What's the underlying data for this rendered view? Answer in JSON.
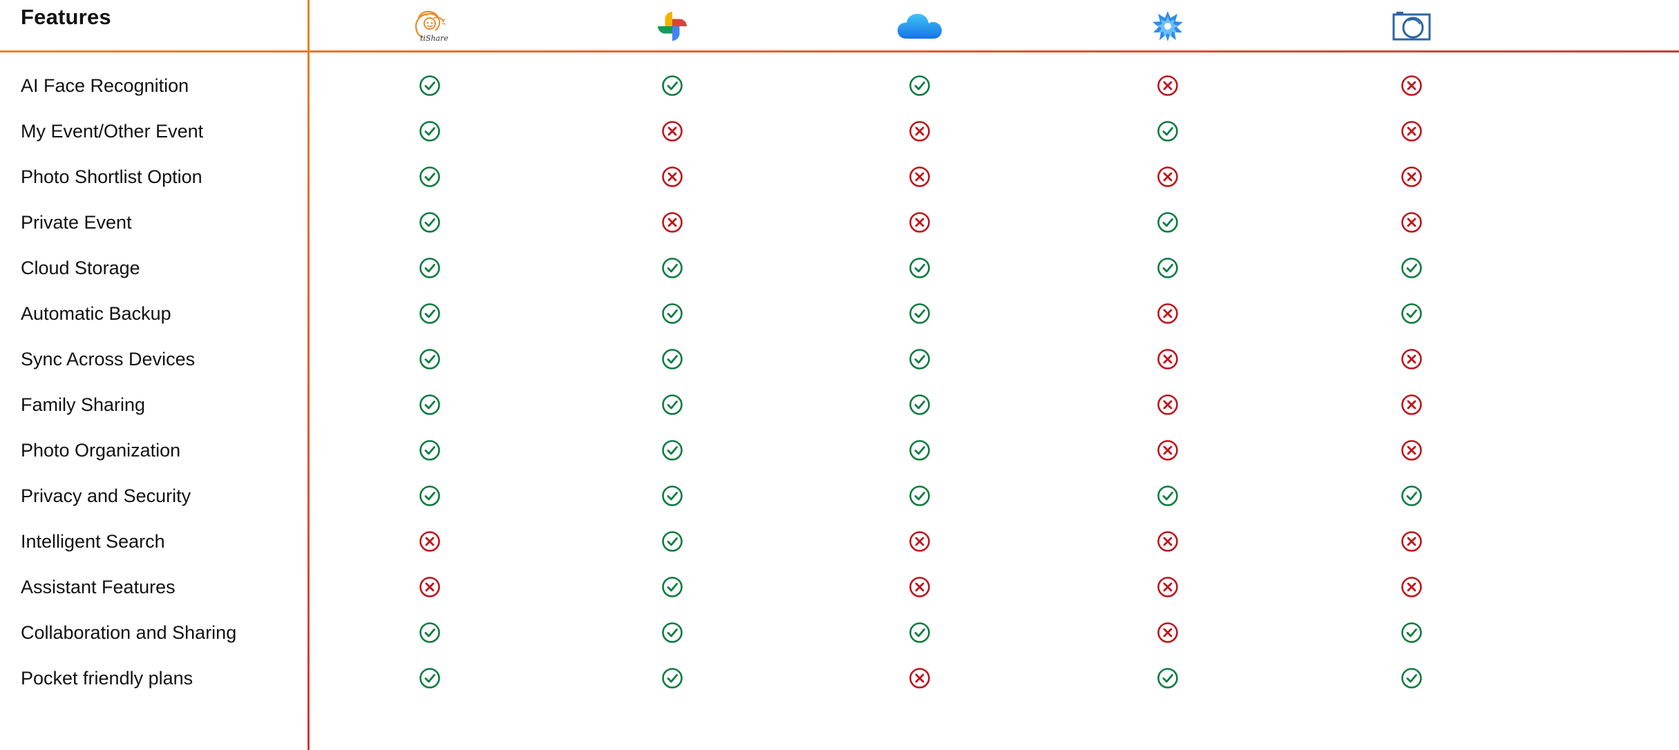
{
  "header": {
    "title": "Features",
    "providers": [
      {
        "logo": "tishare-logo-icon",
        "wordmark": "tiShare"
      },
      {
        "logo": "google-photos-pinwheel-icon"
      },
      {
        "logo": "icloud-cloud-icon"
      },
      {
        "logo": "blue-star-burst-icon"
      },
      {
        "logo": "camera-outline-icon"
      }
    ]
  },
  "colors": {
    "check": "#0a7c3e",
    "cross": "#c0121b",
    "divider_start": "#e8842a",
    "divider_end": "#d8343a"
  },
  "icons": {
    "yes": "check-circle-icon",
    "no": "cross-circle-icon"
  },
  "rows": [
    {
      "feature": "AI Face Recognition",
      "values": [
        true,
        true,
        true,
        false,
        false
      ]
    },
    {
      "feature": "My Event/Other Event",
      "values": [
        true,
        false,
        false,
        true,
        false
      ]
    },
    {
      "feature": "Photo Shortlist Option",
      "values": [
        true,
        false,
        false,
        false,
        false
      ]
    },
    {
      "feature": "Private Event",
      "values": [
        true,
        false,
        false,
        true,
        false
      ]
    },
    {
      "feature": "Cloud Storage",
      "values": [
        true,
        true,
        true,
        true,
        true
      ]
    },
    {
      "feature": "Automatic Backup",
      "values": [
        true,
        true,
        true,
        false,
        true
      ]
    },
    {
      "feature": "Sync Across Devices",
      "values": [
        true,
        true,
        true,
        false,
        false
      ]
    },
    {
      "feature": "Family Sharing",
      "values": [
        true,
        true,
        true,
        false,
        false
      ]
    },
    {
      "feature": "Photo Organization",
      "values": [
        true,
        true,
        true,
        false,
        false
      ]
    },
    {
      "feature": "Privacy and Security",
      "values": [
        true,
        true,
        true,
        true,
        true
      ]
    },
    {
      "feature": "Intelligent Search",
      "values": [
        false,
        true,
        false,
        false,
        false
      ]
    },
    {
      "feature": "Assistant Features",
      "values": [
        false,
        true,
        false,
        false,
        false
      ]
    },
    {
      "feature": "Collaboration and Sharing",
      "values": [
        true,
        true,
        true,
        false,
        true
      ]
    },
    {
      "feature": "Pocket friendly plans",
      "values": [
        true,
        true,
        false,
        true,
        true
      ]
    }
  ]
}
